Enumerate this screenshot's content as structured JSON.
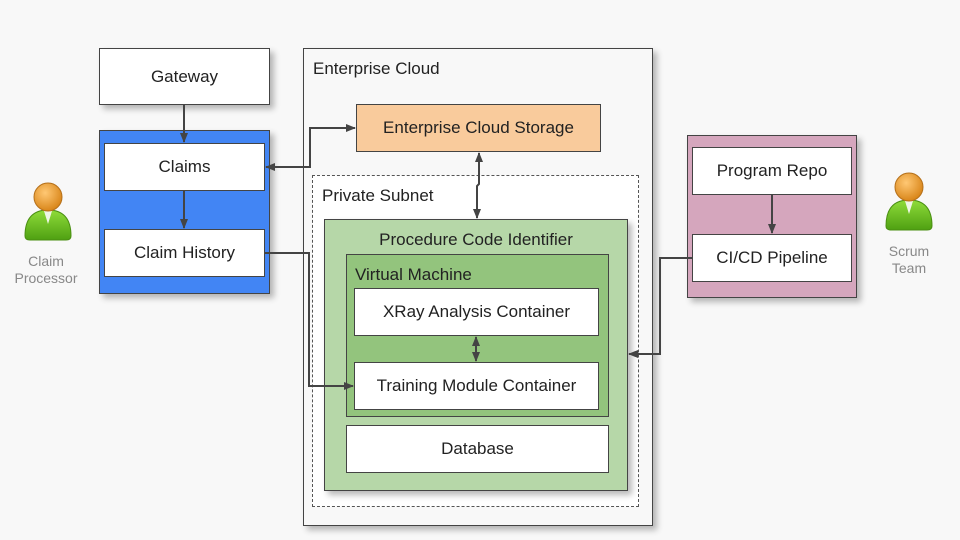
{
  "nodes": {
    "gateway": "Gateway",
    "claims": "Claims",
    "claim_history": "Claim History",
    "enterprise_cloud": "Enterprise Cloud",
    "enterprise_cloud_storage": "Enterprise Cloud Storage",
    "private_subnet": "Private Subnet",
    "procedure_code_identifier": "Procedure Code Identifier",
    "virtual_machine": "Virtual Machine",
    "xray_container": "XRay Analysis Container",
    "training_container": "Training Module Container",
    "database": "Database",
    "program_repo": "Program Repo",
    "cicd_pipeline": "CI/CD Pipeline"
  },
  "actors": {
    "claim_processor": {
      "line1": "Claim",
      "line2": "Processor",
      "icon": "user-icon"
    },
    "scrum_team": {
      "line1": "Scrum",
      "line2": "Team",
      "icon": "user-icon"
    }
  },
  "colors": {
    "claims_group": "#4285f4",
    "storage": "#f9cb9c",
    "procedure_group": "#b6d7a8",
    "virtual_machine": "#93c47d",
    "devops_group": "#d5a6bd",
    "actor_head": "#f0a030",
    "actor_body": "#6cc21c"
  },
  "edges": [
    {
      "from": "Gateway",
      "to": "Claims"
    },
    {
      "from": "Claims",
      "to": "Claim History"
    },
    {
      "from": "Claims",
      "to": "Enterprise Cloud Storage",
      "bidirectional": true
    },
    {
      "from": "Enterprise Cloud Storage",
      "to": "Procedure Code Identifier",
      "bidirectional": true
    },
    {
      "from": "XRay Analysis Container",
      "to": "Training Module Container",
      "bidirectional": true
    },
    {
      "from": "Claim History",
      "to": "Training Module Container"
    },
    {
      "from": "Program Repo",
      "to": "CI/CD Pipeline"
    },
    {
      "from": "CI/CD Pipeline",
      "to": "Procedure Code Identifier"
    }
  ]
}
